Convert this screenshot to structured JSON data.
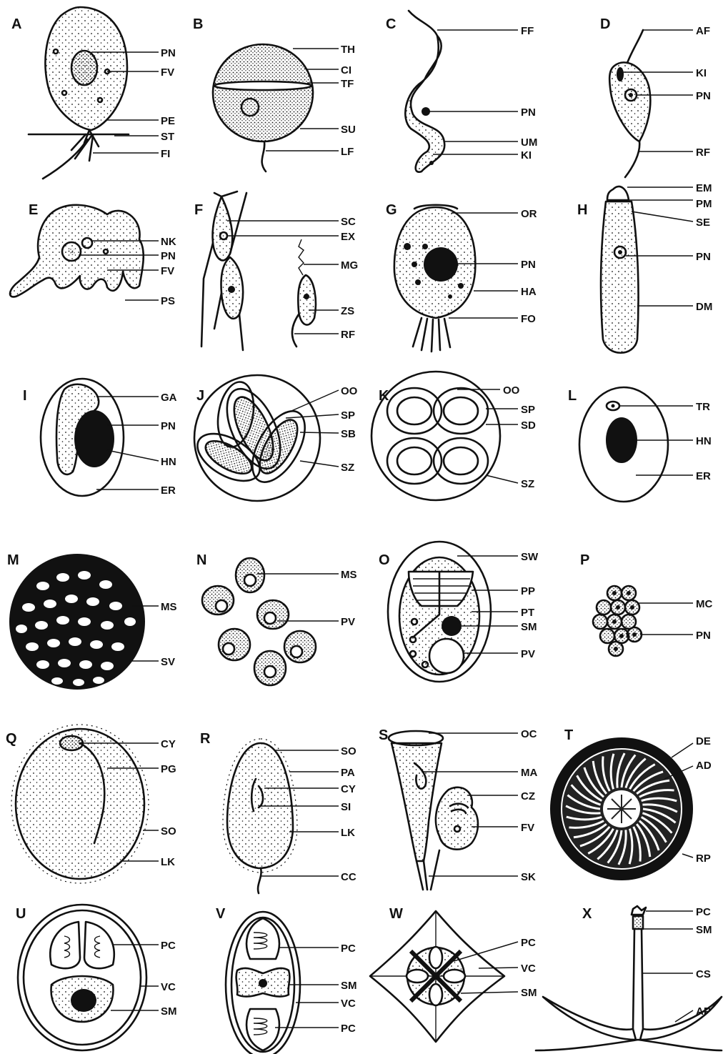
{
  "panels": [
    {
      "letter": "A",
      "labels": [
        "PN",
        "FV",
        "PE",
        "ST",
        "FI"
      ]
    },
    {
      "letter": "B",
      "labels": [
        "TH",
        "CI",
        "TF",
        "SU",
        "LF"
      ]
    },
    {
      "letter": "C",
      "labels": [
        "FF",
        "PN",
        "UM",
        "KI"
      ]
    },
    {
      "letter": "D",
      "labels": [
        "AF",
        "KI",
        "PN",
        "RF"
      ]
    },
    {
      "letter": "E",
      "labels": [
        "NK",
        "PN",
        "FV",
        "PS"
      ]
    },
    {
      "letter": "F",
      "labels": [
        "SC",
        "EX",
        "MG",
        "ZS",
        "RF"
      ]
    },
    {
      "letter": "G",
      "labels": [
        "OR",
        "PN",
        "HA",
        "FO"
      ]
    },
    {
      "letter": "H",
      "labels": [
        "EM",
        "PM",
        "SE",
        "PN",
        "DM"
      ]
    },
    {
      "letter": "I",
      "labels": [
        "GA",
        "PN",
        "HN",
        "ER"
      ]
    },
    {
      "letter": "J",
      "labels": [
        "OO",
        "SP",
        "SB",
        "SZ"
      ]
    },
    {
      "letter": "K",
      "labels": [
        "OO",
        "SP",
        "SD",
        "SZ"
      ]
    },
    {
      "letter": "L",
      "labels": [
        "TR",
        "HN",
        "ER"
      ]
    },
    {
      "letter": "M",
      "labels": [
        "MS",
        "SV"
      ]
    },
    {
      "letter": "N",
      "labels": [
        "MS",
        "PV"
      ]
    },
    {
      "letter": "O",
      "labels": [
        "SW",
        "PP",
        "PT",
        "SM",
        "PV"
      ]
    },
    {
      "letter": "P",
      "labels": [
        "MC",
        "PN"
      ]
    },
    {
      "letter": "Q",
      "labels": [
        "CY",
        "PG",
        "SO",
        "LK"
      ]
    },
    {
      "letter": "R",
      "labels": [
        "SO",
        "PA",
        "CY",
        "SI",
        "LK",
        "CC"
      ]
    },
    {
      "letter": "S",
      "labels": [
        "OC",
        "MA",
        "CZ",
        "FV",
        "SK"
      ]
    },
    {
      "letter": "T",
      "labels": [
        "DE",
        "AD",
        "RP"
      ]
    },
    {
      "letter": "U",
      "labels": [
        "PC",
        "VC",
        "SM"
      ]
    },
    {
      "letter": "V",
      "labels": [
        "PC",
        "SM",
        "VC",
        "PC"
      ]
    },
    {
      "letter": "W",
      "labels": [
        "PC",
        "VC",
        "SM"
      ]
    },
    {
      "letter": "X",
      "labels": [
        "PC",
        "SM",
        "CS",
        "AP"
      ]
    }
  ],
  "colors": {
    "ink": "#111111",
    "paper": "#ffffff"
  }
}
